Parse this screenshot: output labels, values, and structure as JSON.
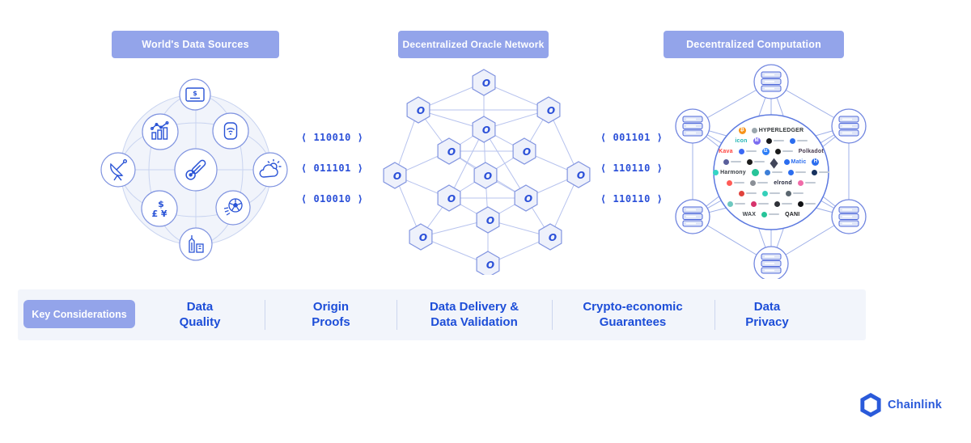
{
  "headers": {
    "sources": "World's Data Sources",
    "oracle": "Decentralized Oracle Network",
    "computation": "Decentralized Computation"
  },
  "binary": {
    "left": [
      "⟨ 110010 ⟩",
      "⟨ 011101 ⟩",
      "⟨ 010010 ⟩"
    ],
    "right": [
      "⟨ 001101 ⟩",
      "⟨ 110110 ⟩",
      "⟨ 110110 ⟩"
    ]
  },
  "sources": {
    "icon_names": [
      "payment-card-icon",
      "market-chart-icon",
      "iot-watch-icon",
      "satellite-dish-icon",
      "thermometer-icon",
      "weather-icon",
      "currency-icon",
      "sports-icon",
      "city-icon"
    ],
    "currency_top": "$",
    "currency_bottom": "£ ¥"
  },
  "oracle": {
    "node_glyph": "O",
    "node_count": 15
  },
  "computation": {
    "server_icon": "server-stack-icon",
    "logo_rows": [
      [
        {
          "t": "coin",
          "label": "₿",
          "color": "#f7931a"
        },
        {
          "t": "word",
          "label": "HYPERLEDGER",
          "color": "#2f3437",
          "dot": "#9aa6ad"
        }
      ],
      [
        {
          "t": "word",
          "label": "icon",
          "color": "#23b5b5"
        },
        {
          "t": "coin",
          "label": "M",
          "color": "#7b6cf0"
        },
        {
          "t": "bar",
          "color": "#17181c"
        },
        {
          "t": "bar",
          "color": "#2b6def"
        }
      ],
      [
        {
          "t": "word",
          "label": "Kava",
          "color": "#ff433e"
        },
        {
          "t": "bar",
          "color": "#3b68f5"
        },
        {
          "t": "coin",
          "label": "tz",
          "color": "#2c7df7"
        },
        {
          "t": "bar",
          "color": "#1b1b1b"
        },
        {
          "t": "word",
          "label": "Polkadot",
          "color": "#45384d"
        }
      ],
      [
        {
          "t": "bar",
          "color": "#5a5f9b"
        },
        {
          "t": "bar",
          "color": "#1c1c1c"
        },
        {
          "t": "eth"
        },
        {
          "t": "word",
          "label": "Matic",
          "color": "#2b6def",
          "dot": "#2b6def"
        },
        {
          "t": "coin",
          "label": "H",
          "color": "#2b6def"
        }
      ],
      [
        {
          "t": "word",
          "label": "Harmony",
          "color": "#3a3f45",
          "dot": "#35d5c6"
        },
        {
          "t": "coin",
          "label": "",
          "color": "#27c499"
        },
        {
          "t": "bar",
          "color": "#3d7fd8"
        },
        {
          "t": "bar",
          "color": "#2b6def"
        },
        {
          "t": "bar",
          "color": "#17325f"
        }
      ],
      [
        {
          "t": "bar",
          "color": "#ff5c57"
        },
        {
          "t": "bar",
          "color": "#8a8f96"
        },
        {
          "t": "word",
          "label": "elrond",
          "color": "#23263b"
        },
        {
          "t": "bar",
          "color": "#f06ba8"
        }
      ],
      [
        {
          "t": "bar",
          "color": "#e0433d"
        },
        {
          "t": "bar",
          "color": "#35d0ba"
        },
        {
          "t": "bar",
          "color": "#5b6770"
        }
      ],
      [
        {
          "t": "bar",
          "color": "#6ec8c0"
        },
        {
          "t": "bar",
          "color": "#d6336c"
        },
        {
          "t": "bar",
          "color": "#2f3238"
        },
        {
          "t": "bar",
          "color": "#101114"
        }
      ],
      [
        {
          "t": "word",
          "label": "WAX",
          "color": "#3a3f45"
        },
        {
          "t": "bar",
          "color": "#27c499"
        },
        {
          "t": "word",
          "label": "QANI",
          "color": "#17181c"
        }
      ]
    ]
  },
  "key_considerations": {
    "button_label": "Key Considerations",
    "items": [
      {
        "line1": "Data",
        "line2": "Quality"
      },
      {
        "line1": "Origin",
        "line2": "Proofs"
      },
      {
        "line1": "Data Delivery &",
        "line2": "Data Validation"
      },
      {
        "line1": "Crypto-economic",
        "line2": "Guarantees"
      },
      {
        "line1": "Data",
        "line2": "Privacy"
      }
    ]
  },
  "footer": {
    "brand": "Chainlink"
  },
  "colors": {
    "chip_bg": "#93a4ea",
    "binary_blue": "#2b50d8",
    "label_blue": "#1d4ed8",
    "brand_blue": "#2a5ada",
    "line_light": "#b7c3ee",
    "strip_bg": "#f2f5fb"
  }
}
